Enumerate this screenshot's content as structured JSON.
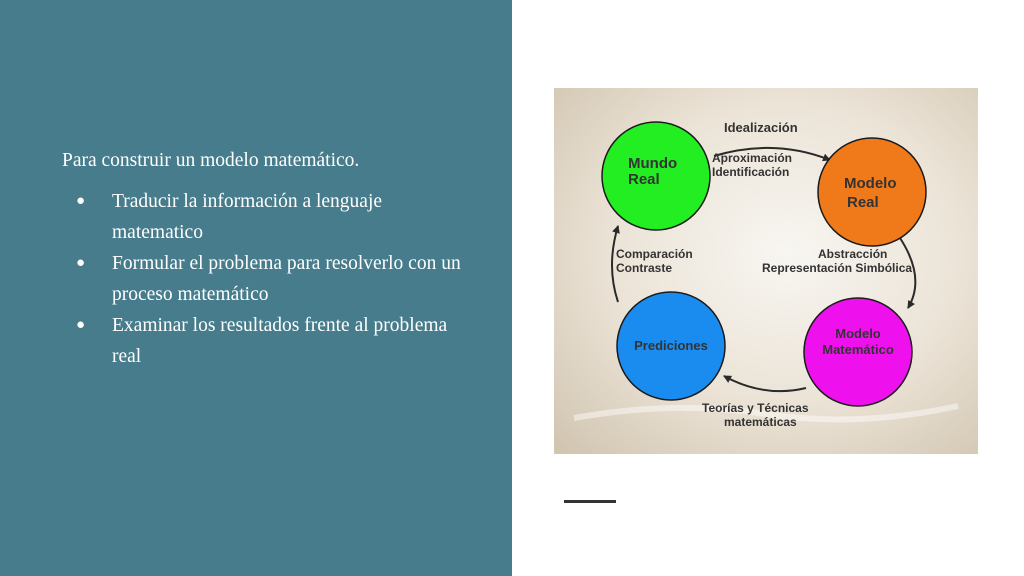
{
  "slide": {
    "intro": "Para construir un modelo matemático.",
    "bullets": [
      "Traducir la información a lenguaje matematico",
      "Formular el problema para resolverlo con un proceso matemático",
      "Examinar los resultados frente al problema real"
    ],
    "bullet_glyph": "●"
  },
  "diagram": {
    "nodes": {
      "mundo_real": {
        "line1": "Mundo",
        "line2": "Real",
        "color": "#22ee22"
      },
      "modelo_real": {
        "line1": "Modelo",
        "line2": "Real",
        "color": "#f07a1a"
      },
      "modelo_matematico": {
        "line1": "Modelo",
        "line2": "Matemático",
        "color": "#ee11ee"
      },
      "prediciones": {
        "line1": "Prediciones",
        "color": "#1a8cf0"
      }
    },
    "edges": {
      "idealizacion": "Idealización",
      "aproximacion": "Aproximación",
      "identificacion": "Identificación",
      "abstraccion": "Abstracción",
      "representacion": "Representación Simbólica",
      "teorias": "Teorías y Técnicas",
      "matematicas": "matemáticas",
      "comparacion": "Comparación",
      "contraste": "Contraste"
    }
  },
  "colors": {
    "panel": "#467c8c",
    "text": "#ffffff",
    "diagram_text": "#333333"
  }
}
